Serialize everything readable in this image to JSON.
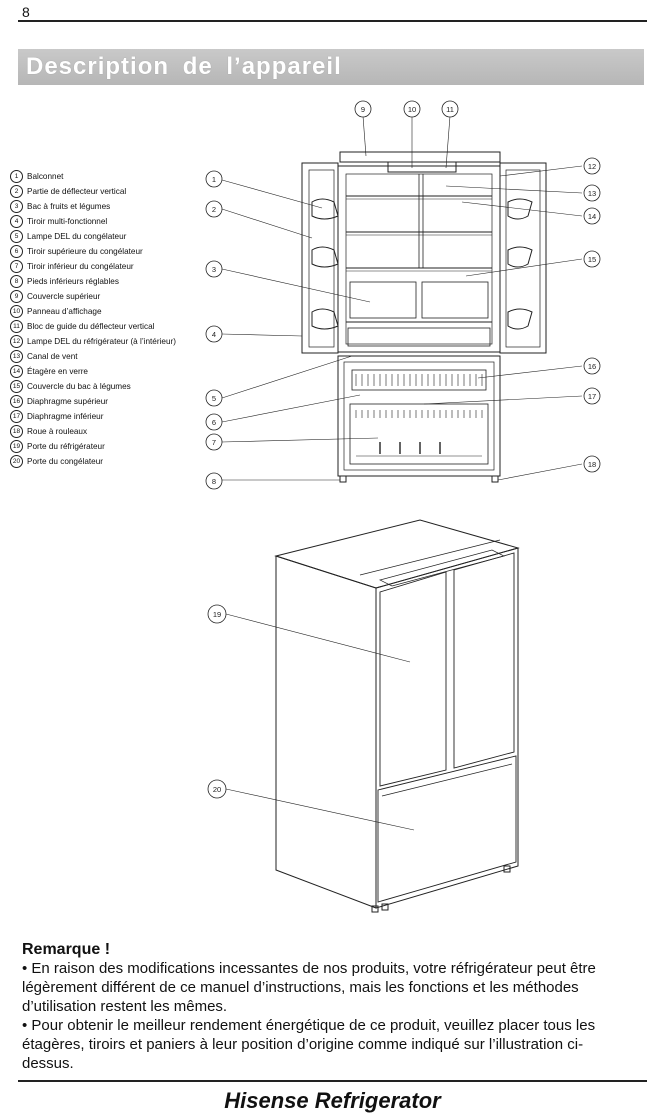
{
  "page": {
    "number": "8",
    "title": "Description de l’appareil",
    "brand": "Hisense Refrigerator"
  },
  "legend": [
    {
      "num": "1",
      "label": "Balconnet"
    },
    {
      "num": "2",
      "label": "Partie de déflecteur vertical"
    },
    {
      "num": "3",
      "label": "Bac à fruits et légumes"
    },
    {
      "num": "4",
      "label": "Tiroir multi-fonctionnel"
    },
    {
      "num": "5",
      "label": "Lampe DEL du congélateur"
    },
    {
      "num": "6",
      "label": "Tiroir supérieure du congélateur"
    },
    {
      "num": "7",
      "label": "Tiroir inférieur du congélateur"
    },
    {
      "num": "8",
      "label": "Pieds inférieurs réglables"
    },
    {
      "num": "9",
      "label": "Couvercle supérieur"
    },
    {
      "num": "10",
      "label": "Panneau d’affichage"
    },
    {
      "num": "11",
      "label": "Bloc de guide du déflecteur vertical"
    },
    {
      "num": "12",
      "label": "Lampe DEL du réfrigérateur (à l’intérieur)"
    },
    {
      "num": "13",
      "label": "Canal de vent"
    },
    {
      "num": "14",
      "label": "Étagère en verre"
    },
    {
      "num": "15",
      "label": "Couvercle du bac à légumes"
    },
    {
      "num": "16",
      "label": "Diaphragme supérieur"
    },
    {
      "num": "17",
      "label": "Diaphragme inférieur"
    },
    {
      "num": "18",
      "label": "Roue à rouleaux"
    },
    {
      "num": "19",
      "label": "Porte du réfrigérateur"
    },
    {
      "num": "20",
      "label": "Porte du congélateur"
    }
  ],
  "callouts": {
    "c1": "1",
    "c2": "2",
    "c3": "3",
    "c4": "4",
    "c5": "5",
    "c6": "6",
    "c7": "7",
    "c8": "8",
    "c9": "9",
    "c10": "10",
    "c11": "11",
    "c12": "12",
    "c13": "13",
    "c14": "14",
    "c15": "15",
    "c16": "16",
    "c17": "17",
    "c18": "18",
    "c19": "19",
    "c20": "20"
  },
  "remark": {
    "heading": "Remarque !",
    "paragraphs": [
      "• En raison des modifications incessantes de nos produits, votre réfrigérateur peut être légèrement différent de ce manuel d’instructions, mais les fonctions et les méthodes d’utilisation restent les mêmes.",
      "• Pour obtenir le meilleur rendement énergétique de ce produit, veuillez placer tous les étagères, tiroirs et paniers à leur position d’origine comme indiqué sur l’illustration ci-dessus."
    ]
  }
}
